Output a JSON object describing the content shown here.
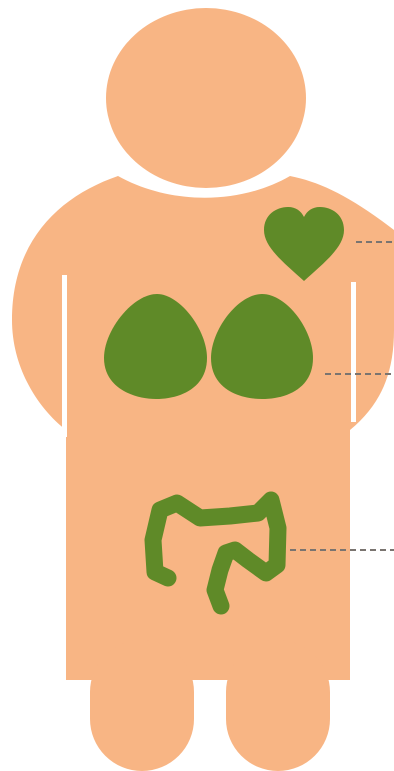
{
  "colors": {
    "background": "#ffffff",
    "body": "#f8b584",
    "organ": "#5f8a28",
    "leader_line": "#7a7470"
  },
  "figure": {
    "organs": [
      {
        "name": "heart",
        "icon": "heart-icon"
      },
      {
        "name": "lungs",
        "icon": "lungs-icon"
      },
      {
        "name": "colon",
        "icon": "colon-icon"
      }
    ]
  }
}
